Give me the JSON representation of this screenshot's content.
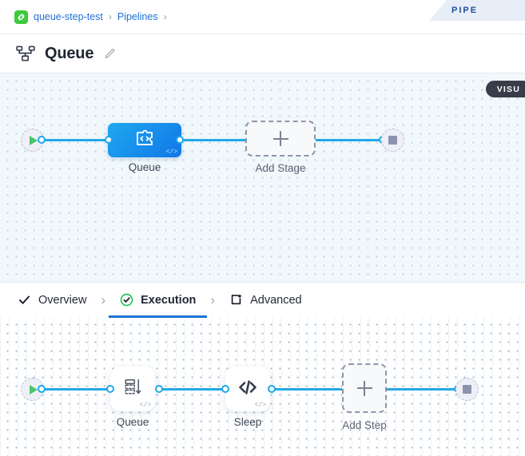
{
  "ribbon": {
    "label": "PIPE"
  },
  "breadcrumb": {
    "logo_icon": "green-link-logo-icon",
    "items": [
      {
        "label": "queue-step-test"
      },
      {
        "label": "Pipelines"
      }
    ],
    "separator": "›"
  },
  "titlebar": {
    "icon": "sitemap-icon",
    "title": "Queue",
    "edit_icon": "pencil-icon",
    "visual_button": "VISU"
  },
  "pipeline_canvas": {
    "start": {
      "icon": "play-icon"
    },
    "end": {
      "icon": "stop-icon"
    },
    "nodes": [
      {
        "type": "stage",
        "label": "Queue",
        "icon": "stage-code-icon",
        "badge": "</>"
      },
      {
        "type": "add",
        "label": "Add Stage",
        "icon": "plus-icon"
      }
    ]
  },
  "tabs": {
    "separator": "›",
    "items": [
      {
        "label": "Overview",
        "icon": "check-icon",
        "active": false
      },
      {
        "label": "Execution",
        "icon": "check-circle-green-icon",
        "active": true
      },
      {
        "label": "Advanced",
        "icon": "frame-gear-icon",
        "active": false
      }
    ]
  },
  "execution_canvas": {
    "start": {
      "icon": "play-icon"
    },
    "end": {
      "icon": "stop-icon"
    },
    "nodes": [
      {
        "type": "step",
        "label": "Queue",
        "icon": "queue-icon",
        "badge": "</>"
      },
      {
        "type": "step",
        "label": "Sleep",
        "icon": "code-icon",
        "badge": "</>"
      },
      {
        "type": "add",
        "label": "Add Step",
        "icon": "plus-icon"
      }
    ]
  },
  "colors": {
    "accent_blue": "#1b74d4",
    "edge_blue": "#22a8e8",
    "node_blue": "#1176e8",
    "success_green": "#22c55e",
    "logo_green": "#3ec93e",
    "dark_pill": "#3b3c49"
  }
}
